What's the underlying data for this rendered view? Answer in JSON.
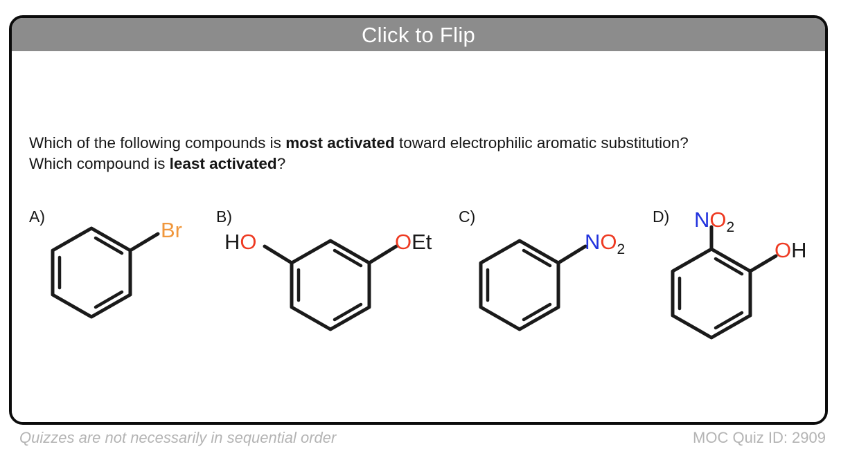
{
  "card": {
    "header_title": "Click to Flip",
    "header_bg": "#8c8c8c",
    "header_text_color": "#ffffff",
    "border_color": "#0b0b0b"
  },
  "question": {
    "line1_part1": "Which of the following compounds is ",
    "line1_emphasis": "most activated",
    "line1_part2": " toward electrophilic aromatic substitution?",
    "line2_part1": "Which compound is ",
    "line2_emphasis": "least activated",
    "line2_part2": "?"
  },
  "colors": {
    "bromine": "#f0973c",
    "oxygen": "#ee3a22",
    "nitrogen": "#2233dd",
    "bond": "#1a1a1a",
    "text": "#161616",
    "footer_text": "#b4b4b4"
  },
  "answers": [
    {
      "label": "A)",
      "name": "bromobenzene",
      "substituents": [
        {
          "text": "Br",
          "color": "#f0973c",
          "position": "upper-right"
        }
      ]
    },
    {
      "label": "B)",
      "name": "3-ethoxyphenol",
      "substituents": [
        {
          "text_o": "O",
          "text_rest": "H",
          "prefix": "H",
          "color": "#ee3a22",
          "position": "upper-left",
          "display": "HO"
        },
        {
          "text_o": "O",
          "text_rest": "Et",
          "color": "#ee3a22",
          "position": "upper-right",
          "display": "OEt"
        }
      ]
    },
    {
      "label": "C)",
      "name": "nitrobenzene",
      "substituents": [
        {
          "text_n": "N",
          "text_o": "O",
          "subscript": "2",
          "position": "upper-right",
          "display": "NO2"
        }
      ]
    },
    {
      "label": "D)",
      "name": "2-nitrophenol",
      "substituents": [
        {
          "text_n": "N",
          "text_o": "O",
          "subscript": "2",
          "position": "top",
          "display": "NO2"
        },
        {
          "text_o": "O",
          "text_rest": "H",
          "position": "upper-right",
          "display": "OH"
        }
      ]
    }
  ],
  "footer": {
    "note": "Quizzes are not necessarily in sequential order",
    "quiz_id_label": "MOC Quiz ID: 2909"
  }
}
